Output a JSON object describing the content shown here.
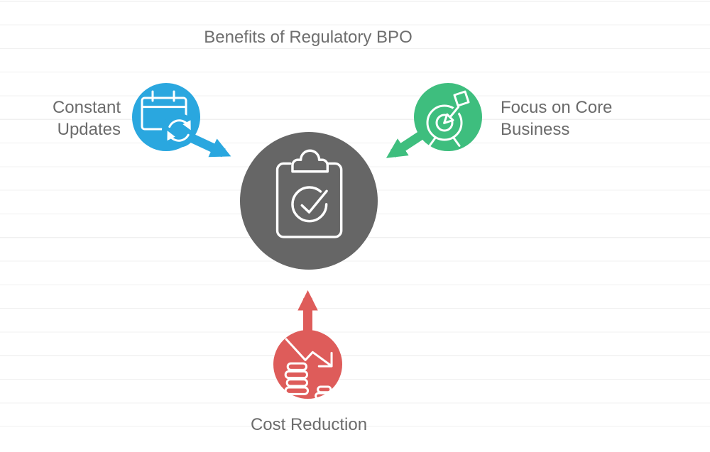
{
  "title": "Benefits of Regulatory BPO",
  "colors": {
    "blue": "#2AA7DF",
    "green": "#3EBE7E",
    "red": "#DE5C5A",
    "dark": "#666666",
    "icon_stroke": "#ffffff",
    "title_text": "#6e6e6e",
    "label_text": "#6b6b6b",
    "gridline": "#f0f0f0",
    "background": "#ffffff"
  },
  "center_node": {
    "icon": "clipboard-check-icon"
  },
  "nodes": [
    {
      "id": "constant-updates",
      "label": "Constant Updates",
      "lines": [
        "Constant",
        "Updates"
      ],
      "icon": "calendar-sync-icon"
    },
    {
      "id": "focus-on-core-business",
      "label": "Focus on Core Business",
      "lines": [
        "Focus on Core",
        "Business"
      ],
      "icon": "target-arrow-icon"
    },
    {
      "id": "cost-reduction",
      "label": "Cost Reduction",
      "lines": [
        "Cost Reduction"
      ],
      "icon": "cost-decrease-icon"
    }
  ]
}
